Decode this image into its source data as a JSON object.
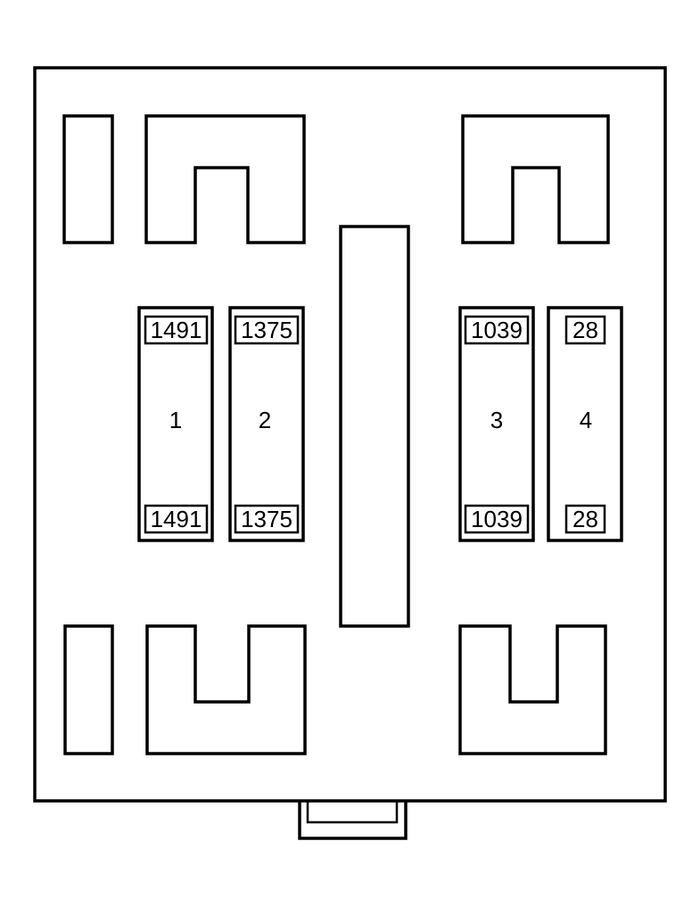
{
  "relays": [
    {
      "position": "1",
      "top_code": "1491",
      "bottom_code": "1491"
    },
    {
      "position": "2",
      "top_code": "1375",
      "bottom_code": "1375"
    },
    {
      "position": "3",
      "top_code": "1039",
      "bottom_code": "1039"
    },
    {
      "position": "4",
      "top_code": "28",
      "bottom_code": "28"
    }
  ],
  "colors": {
    "line": "#000000",
    "background": "#ffffff"
  }
}
